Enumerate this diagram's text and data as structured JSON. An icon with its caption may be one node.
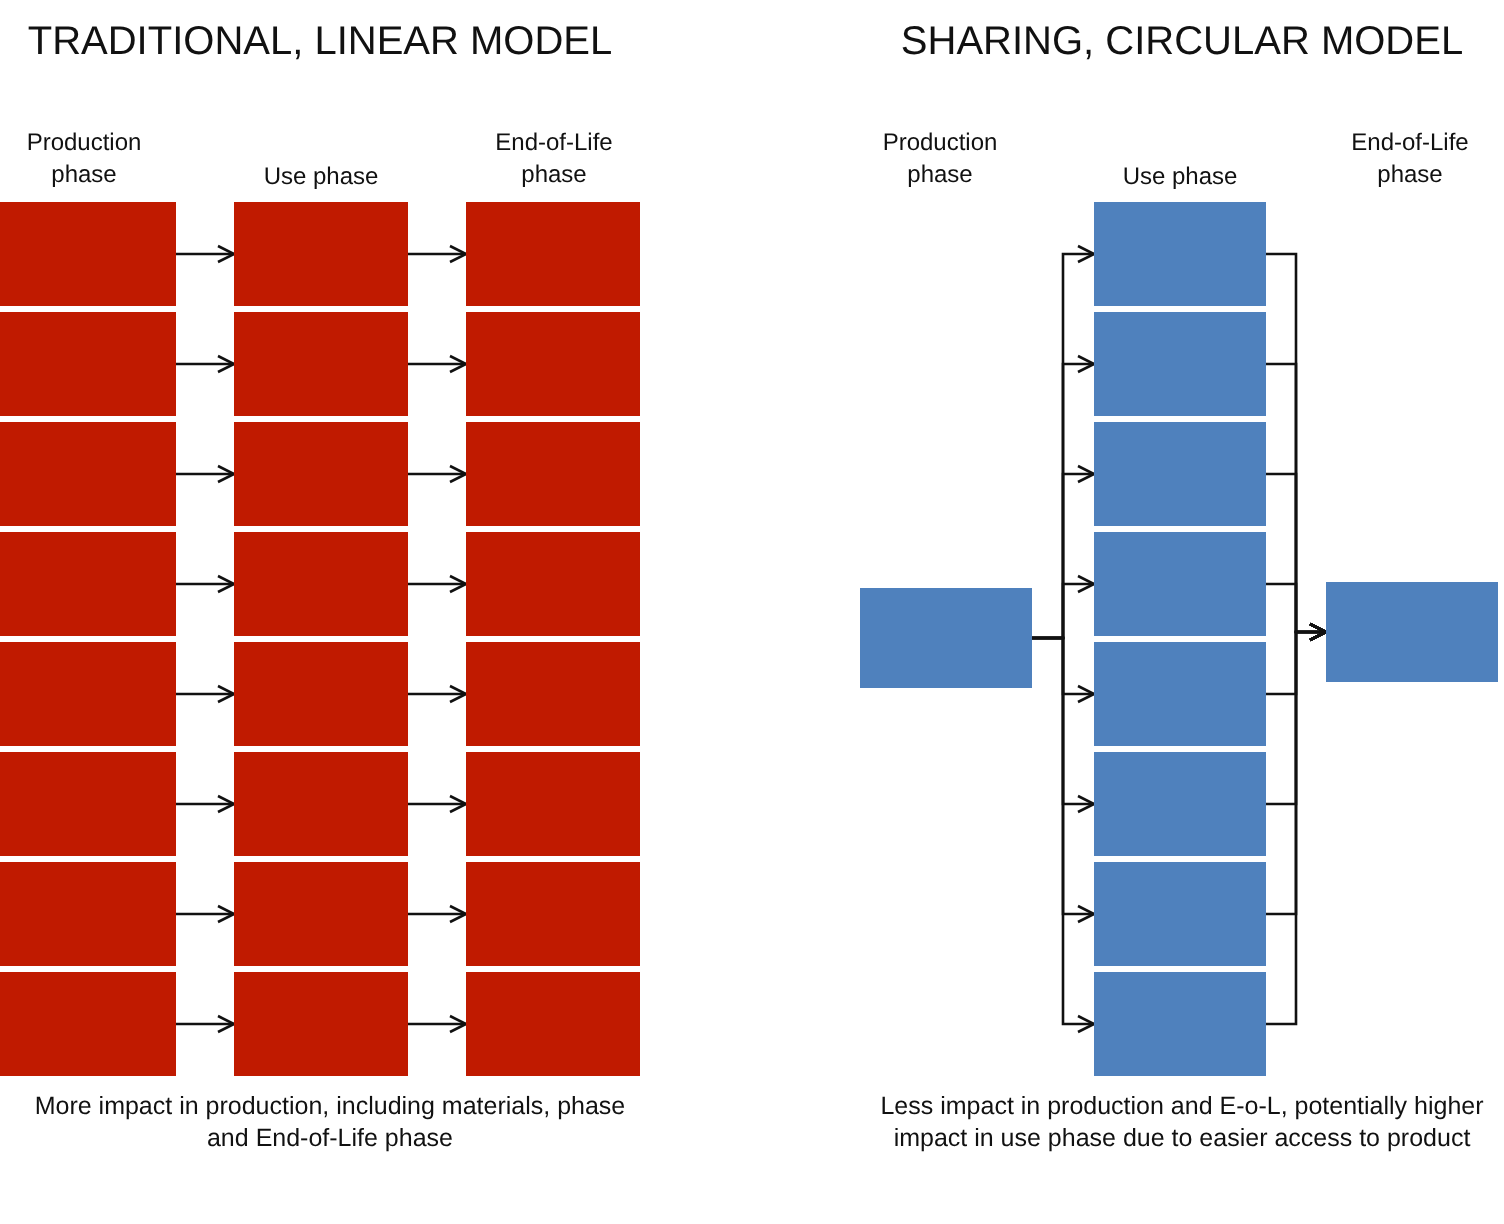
{
  "diagram": {
    "nodes": [
      {
        "text": [],
        "shape": "box"
      },
      {
        "text": [],
        "shape": "box"
      },
      {
        "text": [],
        "shape": "box"
      },
      {
        "text": [],
        "shape": "box"
      },
      {
        "text": [],
        "shape": "box"
      },
      {
        "text": [],
        "shape": "box"
      },
      {
        "text": [],
        "shape": "box"
      },
      {
        "text": [],
        "shape": "box"
      },
      {
        "text": [],
        "shape": "box"
      },
      {
        "text": [],
        "shape": "box"
      },
      {
        "text": [],
        "shape": "box"
      },
      {
        "text": [],
        "shape": "box"
      },
      {
        "text": [],
        "shape": "box"
      },
      {
        "text": [],
        "shape": "box"
      },
      {
        "text": [],
        "shape": "box"
      },
      {
        "text": [],
        "shape": "box"
      },
      {
        "text": [],
        "shape": "box"
      },
      {
        "text": [],
        "shape": "box"
      },
      {
        "text": [],
        "shape": "box"
      },
      {
        "text": [],
        "shape": "box"
      },
      {
        "text": [],
        "shape": "box"
      },
      {
        "text": [],
        "shape": "box"
      },
      {
        "text": [],
        "shape": "box"
      },
      {
        "text": [],
        "shape": "box"
      },
      {
        "text": [],
        "shape": "box"
      },
      {
        "text": [],
        "shape": "box"
      },
      {
        "text": [],
        "shape": "box"
      },
      {
        "text": [],
        "shape": "box"
      },
      {
        "text": [],
        "shape": "box"
      },
      {
        "text": [],
        "shape": "box"
      },
      {
        "text": [],
        "shape": "box"
      },
      {
        "text": [],
        "shape": "box"
      },
      {
        "text": [],
        "shape": "box"
      },
      {
        "text": [],
        "shape": "box"
      }
    ],
    "edges": [
      {
        "from": 0,
        "to": 1,
        "arrow": "to"
      },
      {
        "from": 1,
        "to": 2,
        "arrow": "to"
      },
      {
        "from": 3,
        "to": 4,
        "arrow": "to"
      },
      {
        "from": 4,
        "to": 5,
        "arrow": "to"
      },
      {
        "from": 6,
        "to": 7,
        "arrow": "to"
      },
      {
        "from": 7,
        "to": 8,
        "arrow": "to"
      },
      {
        "from": 9,
        "to": 10,
        "arrow": "to"
      },
      {
        "from": 10,
        "to": 11,
        "arrow": "to"
      },
      {
        "from": 12,
        "to": 13,
        "arrow": "to"
      },
      {
        "from": 13,
        "to": 14,
        "arrow": "to"
      },
      {
        "from": 15,
        "to": 16,
        "arrow": "to"
      },
      {
        "from": 16,
        "to": 17,
        "arrow": "to"
      },
      {
        "from": 18,
        "to": 19,
        "arrow": "to"
      },
      {
        "from": 19,
        "to": 20,
        "arrow": "to"
      },
      {
        "from": 21,
        "to": 22,
        "arrow": "to"
      },
      {
        "from": 22,
        "to": 23,
        "arrow": "to"
      },
      {
        "from": 24,
        "to": 25,
        "arrow": "to"
      },
      {
        "from": 24,
        "to": 26,
        "arrow": "to"
      },
      {
        "from": 24,
        "to": 27,
        "arrow": "to"
      },
      {
        "from": 24,
        "to": 28,
        "arrow": "to"
      },
      {
        "from": 24,
        "to": 29,
        "arrow": "to"
      },
      {
        "from": 24,
        "to": 30,
        "arrow": "to"
      },
      {
        "from": 24,
        "to": 31,
        "arrow": "to"
      },
      {
        "from": 24,
        "to": 32,
        "arrow": "to"
      },
      {
        "from": 25,
        "to": 33,
        "arrow": "to"
      },
      {
        "from": 26,
        "to": 33,
        "arrow": "to"
      },
      {
        "from": 27,
        "to": 33,
        "arrow": "to"
      },
      {
        "from": 28,
        "to": 33,
        "arrow": "to"
      },
      {
        "from": 29,
        "to": 33,
        "arrow": "to"
      },
      {
        "from": 30,
        "to": 33,
        "arrow": "to"
      },
      {
        "from": 31,
        "to": 33,
        "arrow": "to"
      },
      {
        "from": 32,
        "to": 33,
        "arrow": "to"
      }
    ],
    "labels": [
      "TRADITIONAL, LINEAR MODEL",
      "SHARING, CIRCULAR MODEL",
      "Production phase",
      "Use phase",
      "End-of-Life phase",
      "Production phase",
      "Use phase",
      "End-of-Life phase",
      "More impact in production, including materials, phase and End-of-Life phase",
      "Less impact in production and E-o-L, potentially higher impact in use phase due to easier access to product"
    ]
  }
}
